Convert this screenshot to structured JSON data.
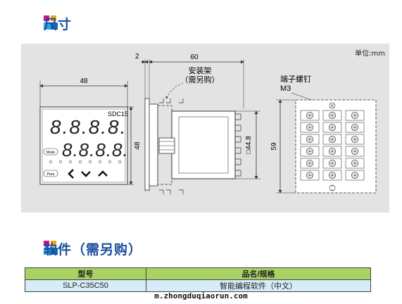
{
  "sections": {
    "dimensions_title": "尺寸",
    "software_title": "软件（需另购）"
  },
  "drawing": {
    "unit": "单位:mm",
    "front_width": "48",
    "front_height": "48",
    "model_label": "SDC15",
    "display_top": "8.8.8.8.",
    "display_bottom": "8.8.8.8.",
    "btn_mode": "Mode",
    "btn_para": "Para",
    "dim_panel": "2",
    "dim_depth": "60",
    "bracket_label_1": "安装架",
    "bracket_label_2": "（需另购）",
    "dim_body": "□44.8",
    "terminal_label": "端子螺钉",
    "terminal_screw": "M3",
    "dim_terminal_height": "59"
  },
  "table": {
    "headers": [
      "型号",
      "品名/规格"
    ],
    "rows": [
      [
        "SLP-C35C50",
        "智能编程软件（中文）"
      ]
    ]
  },
  "footer": {
    "url": "m.zhongduqiaorun.com"
  }
}
